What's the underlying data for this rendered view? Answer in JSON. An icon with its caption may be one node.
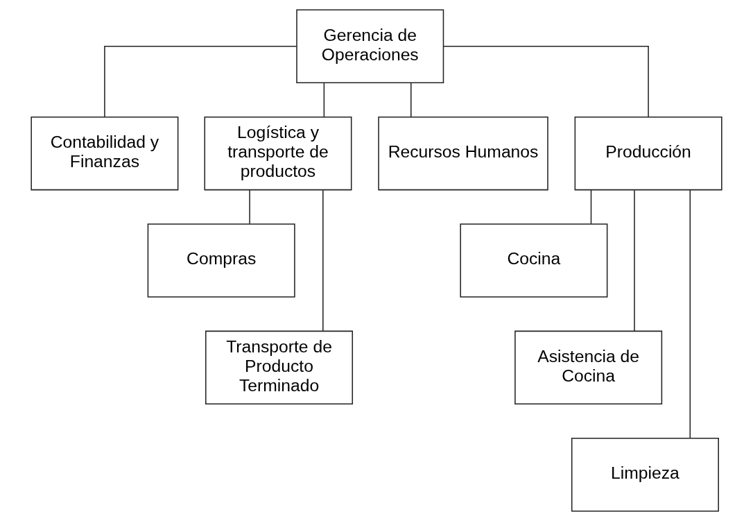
{
  "diagram": {
    "nodes": [
      {
        "text": [
          "Gerencia de Operaciones"
        ]
      },
      {
        "text": [
          "Contabilidad y Finanzas"
        ]
      },
      {
        "text": [
          "Logística y transporte de productos"
        ]
      },
      {
        "text": [
          "Recursos Humanos"
        ]
      },
      {
        "text": [
          "Producción"
        ]
      },
      {
        "text": [
          "Compras"
        ]
      },
      {
        "text": [
          "Transporte de Producto Terminado"
        ]
      },
      {
        "text": [
          "Cocina"
        ]
      },
      {
        "text": [
          "Asistencia de Cocina"
        ]
      },
      {
        "text": [
          "Limpieza"
        ]
      }
    ],
    "edges": [
      {
        "from": 0,
        "to": 1,
        "arrow": "none"
      },
      {
        "from": 0,
        "to": 2,
        "arrow": "none"
      },
      {
        "from": 0,
        "to": 3,
        "arrow": "none"
      },
      {
        "from": 0,
        "to": 4,
        "arrow": "none"
      },
      {
        "from": 2,
        "to": 5,
        "arrow": "none"
      },
      {
        "from": 2,
        "to": 6,
        "arrow": "none"
      },
      {
        "from": 4,
        "to": 7,
        "arrow": "none"
      },
      {
        "from": 4,
        "to": 8,
        "arrow": "none"
      },
      {
        "from": 4,
        "to": 9,
        "arrow": "none"
      }
    ]
  }
}
